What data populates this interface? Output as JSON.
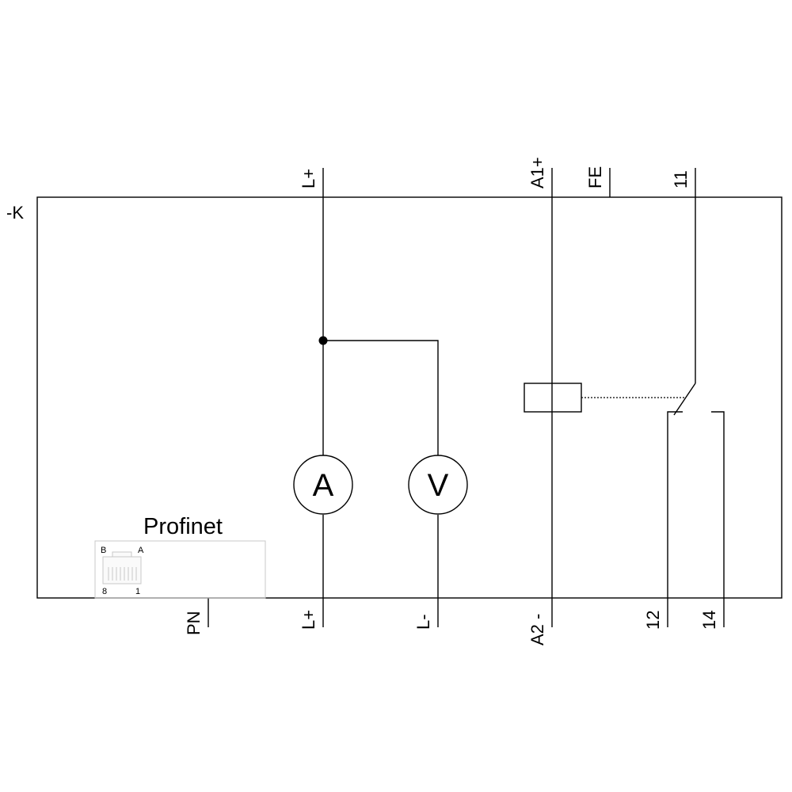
{
  "device": {
    "designator": "-K",
    "interface_label": "Profinet",
    "connector": {
      "left_top": "B",
      "right_top": "A",
      "left_bottom": "8",
      "right_bottom": "1"
    }
  },
  "terminals_top": {
    "lplus": "L+",
    "a1": "A1+",
    "fe": "FE",
    "t11": "11"
  },
  "terminals_bottom": {
    "pn": "PN",
    "lplus": "L+",
    "lminus": "L-",
    "a2": "A2 -",
    "t12": "12",
    "t14": "14"
  },
  "meters": {
    "ammeter": "A",
    "voltmeter": "V"
  }
}
